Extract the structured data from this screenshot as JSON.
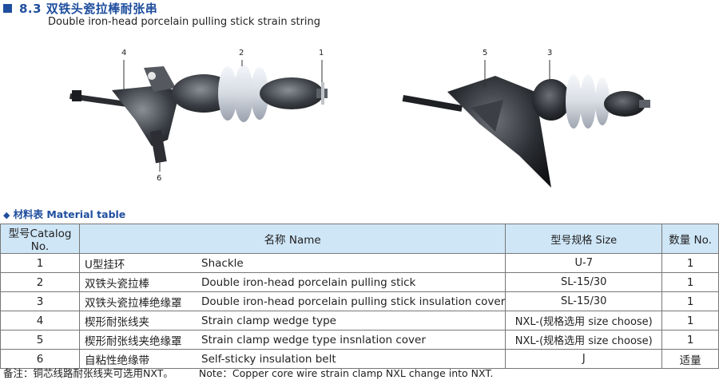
{
  "header": {
    "title": "8.3 双铁头瓷拉棒耐张串",
    "subtitle": "Double iron-head porcelain pulling stick strain string"
  },
  "figure_left": {
    "callouts": [
      "4",
      "2",
      "1",
      "6"
    ]
  },
  "figure_right": {
    "callouts": [
      "5",
      "3"
    ]
  },
  "material_table": {
    "heading": "材料表 Material table",
    "columns": {
      "catalog": "型号Catalog No.",
      "name": "名称 Name",
      "size": "型号规格 Size",
      "qty": "数量 No."
    },
    "rows": [
      {
        "no": "1",
        "cn": "U型挂环",
        "en": "Shackle",
        "size": "U-7",
        "qty": "1"
      },
      {
        "no": "2",
        "cn": "双铁头瓷拉棒",
        "en": "Double iron-head porcelain pulling stick",
        "size": "SL-15/30",
        "qty": "1"
      },
      {
        "no": "3",
        "cn": "双铁头瓷拉棒绝缘罩",
        "en": "Double iron-head porcelain pulling stick insulation cover",
        "size": "SL-15/30",
        "qty": "1"
      },
      {
        "no": "4",
        "cn": "楔形耐张线夹",
        "en": "Strain clamp wedge type",
        "size": "NXL-(规格选用 size choose)",
        "qty": "1"
      },
      {
        "no": "5",
        "cn": "楔形耐张线夹绝缘罩",
        "en": "Strain clamp wedge type insnlation cover",
        "size": "NXL-(规格选用 size choose)",
        "qty": "1"
      },
      {
        "no": "6",
        "cn": "自粘性绝缘带",
        "en": "Self-sticky insulation belt",
        "size": "J",
        "qty": "适量"
      }
    ]
  },
  "note": {
    "cn": "备注：铜芯线路耐张线夹可选用NXT。",
    "en": "Note：Copper core wire strain clamp NXL change into NXT."
  }
}
